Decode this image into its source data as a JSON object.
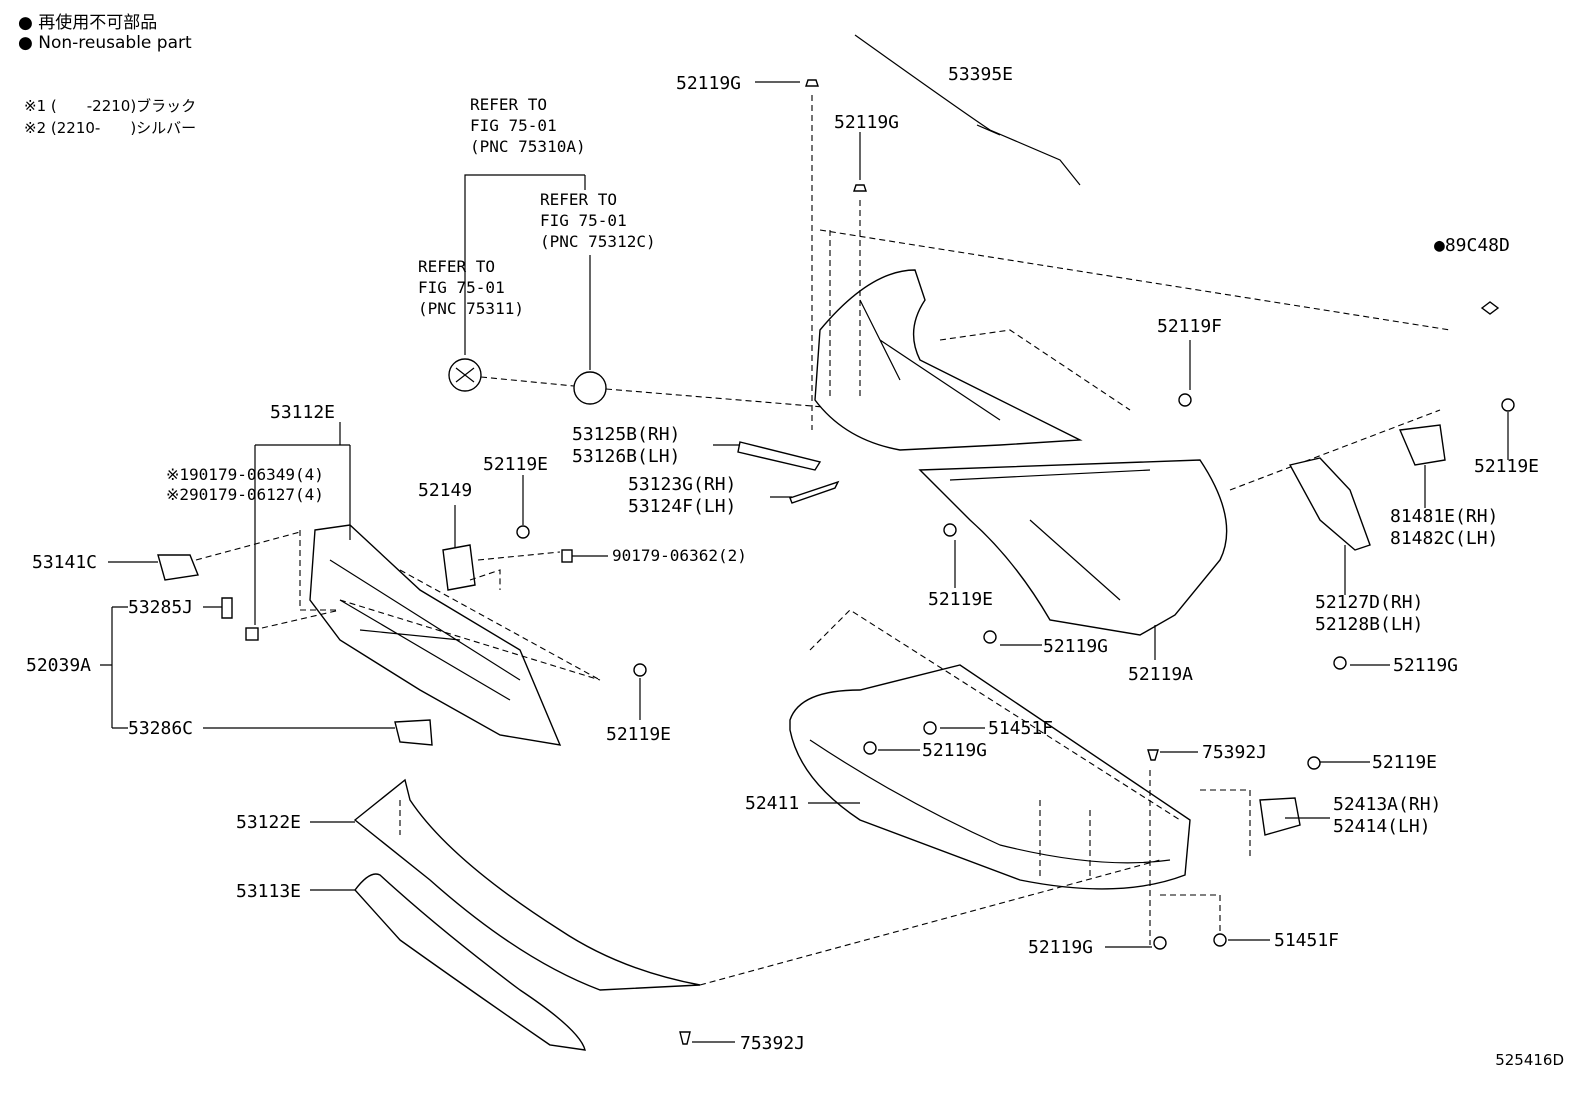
{
  "legend": {
    "dot_symbol": "●",
    "line_jp": "再使用不可部品",
    "line_en": "Non-reusable part"
  },
  "notes": [
    "※1 (　　-2210)ブラック",
    "※2 (2210-　　)シルバー"
  ],
  "refs": {
    "ref_75310a": [
      "REFER TO",
      "FIG 75-01",
      "(PNC 75310A)"
    ],
    "ref_75312c": [
      "REFER TO",
      "FIG 75-01",
      "(PNC 75312C)"
    ],
    "ref_75311": [
      "REFER TO",
      "FIG 75-01",
      "(PNC 75311)"
    ]
  },
  "labels": {
    "l_52119g_top": "52119G",
    "l_53395e": "53395E",
    "l_52119g_mid": "52119G",
    "l_89c48d": "●89C48D",
    "l_52119f": "52119F",
    "l_53112e": "53112E",
    "l_53125b": "53125B(RH)",
    "l_53126b": "53126B(LH)",
    "l_53123g": "53123G(RH)",
    "l_53124f": "53124F(LH)",
    "l_190179": "※190179-06349(4)",
    "l_290179": "※290179-06127(4)",
    "l_52119e_a": "52119E",
    "l_52149": "52149",
    "l_90179": "90179-06362(2)",
    "l_53141c": "53141C",
    "l_53285j": "53285J",
    "l_52039a": "52039A",
    "l_53286c": "53286C",
    "l_52119e_b": "52119E",
    "l_52119e_c": "52119E",
    "l_52119e_right": "52119E",
    "l_81481e": "81481E(RH)",
    "l_81482c": "81482C(LH)",
    "l_52127d": "52127D(RH)",
    "l_52128b": "52128B(LH)",
    "l_52119g_c": "52119G",
    "l_52119a": "52119A",
    "l_52119g_d": "52119G",
    "l_51451f_a": "51451F",
    "l_52119g_e": "52119G",
    "l_75392j_a": "75392J",
    "l_52119e_d": "52119E",
    "l_52411": "52411",
    "l_52413a": "52413A(RH)",
    "l_52414": "52414(LH)",
    "l_53122e": "53122E",
    "l_53113e": "53113E",
    "l_52119g_f": "52119G",
    "l_51451f_b": "51451F",
    "l_75392j_b": "75392J"
  },
  "figure_number": "525416D"
}
